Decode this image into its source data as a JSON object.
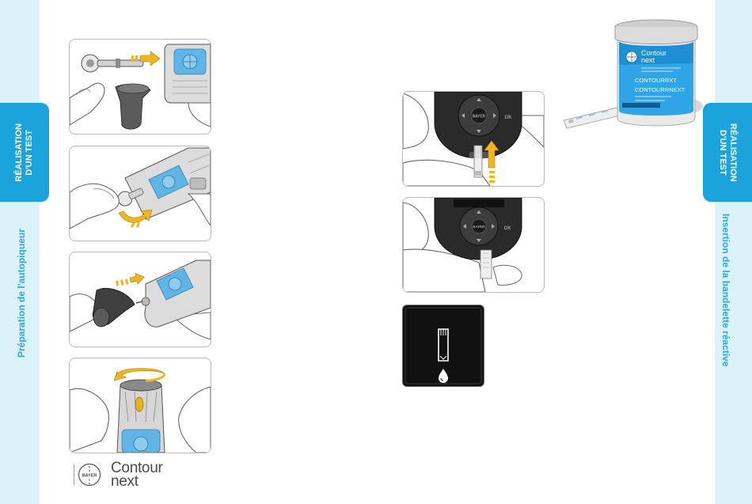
{
  "left_page": {
    "tab": {
      "line1": "RÉALISATION",
      "line2": "D'UN TEST"
    },
    "section_label": "Préparation de l'autopiqueur",
    "logo": {
      "bayer": "BAYER",
      "word1": "Contour",
      "word2": "next"
    }
  },
  "right_page": {
    "tab": {
      "line1": "RÉALISATION",
      "line2": "D'UN TEST"
    },
    "section_label": "Insertion de la bandelette réactive",
    "meter": {
      "brand": "BAYER",
      "ok": "OK"
    },
    "vial": {
      "word1": "Contour",
      "word2": "next",
      "line_xt": "CONTOUR®XT",
      "line_next": "CONTOUR®NEXT"
    },
    "screen_icons": [
      "test-strip-icon",
      "blood-drop-icon"
    ]
  },
  "colors": {
    "tab_blue": "#1ba3db",
    "strip_light": "#dcf2fb",
    "label_blue": "#2aa9e0",
    "arrow_yellow": "#f2b51d",
    "device_blue": "#5fb6e6"
  }
}
